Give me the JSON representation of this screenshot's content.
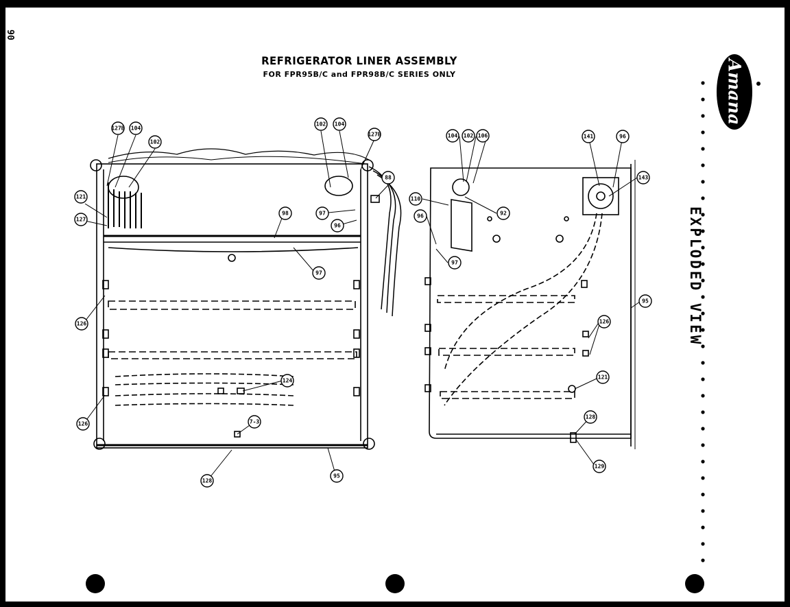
{
  "page_number": "90",
  "title": "REFRIGERATOR LINER ASSEMBLY",
  "subtitle": "FOR FPR95B/C and FPR98B/C SERIES ONLY",
  "brand": "Amana",
  "view_label": "EXPLODED VIEW",
  "left_callouts": [
    "127B",
    "104",
    "102",
    "121",
    "127",
    "102",
    "104",
    "127B",
    "88",
    "97",
    "98",
    "96",
    "97",
    "126",
    "124",
    "126",
    "7-3",
    "128",
    "95"
  ],
  "right_callouts": [
    "104",
    "102",
    "106",
    "141",
    "96",
    "143",
    "110",
    "92",
    "96",
    "97",
    "95",
    "126",
    "121",
    "128",
    "129"
  ]
}
